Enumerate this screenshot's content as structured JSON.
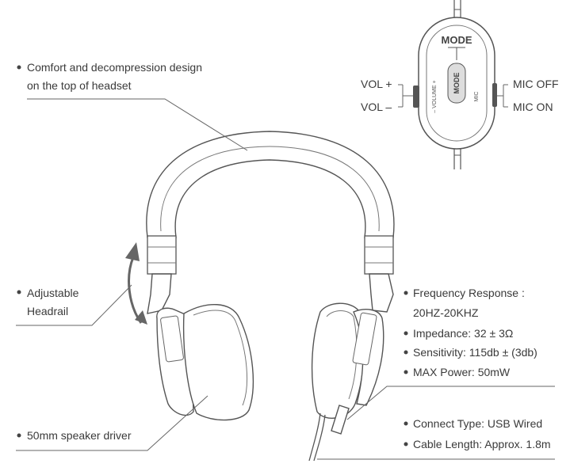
{
  "callouts": {
    "comfort_line1": "Comfort and decompression design",
    "comfort_line2": "on the top of headset",
    "headrail_line1": "Adjustable",
    "headrail_line2": "Headrail",
    "driver": "50mm speaker driver",
    "freq_line1": "Frequency Response :",
    "freq_line2": "20HZ-20KHZ",
    "impedance": "Impedance: 32 ± 3Ω",
    "sensitivity": "Sensitivity: 115db ± (3db)",
    "max_power": "MAX Power: 50mW",
    "connect_type": "Connect Type: USB Wired",
    "cable_length": "Cable Length: Approx. 1.8m"
  },
  "controller": {
    "mode_label": "MODE",
    "mode_button": "MODE",
    "vol_up": "VOL +",
    "vol_down": "VOL –",
    "mic_off": "MIC OFF",
    "mic_on": "MIC ON",
    "volume_side_text": "– VOLUME +",
    "mic_side_text": "MIC"
  }
}
